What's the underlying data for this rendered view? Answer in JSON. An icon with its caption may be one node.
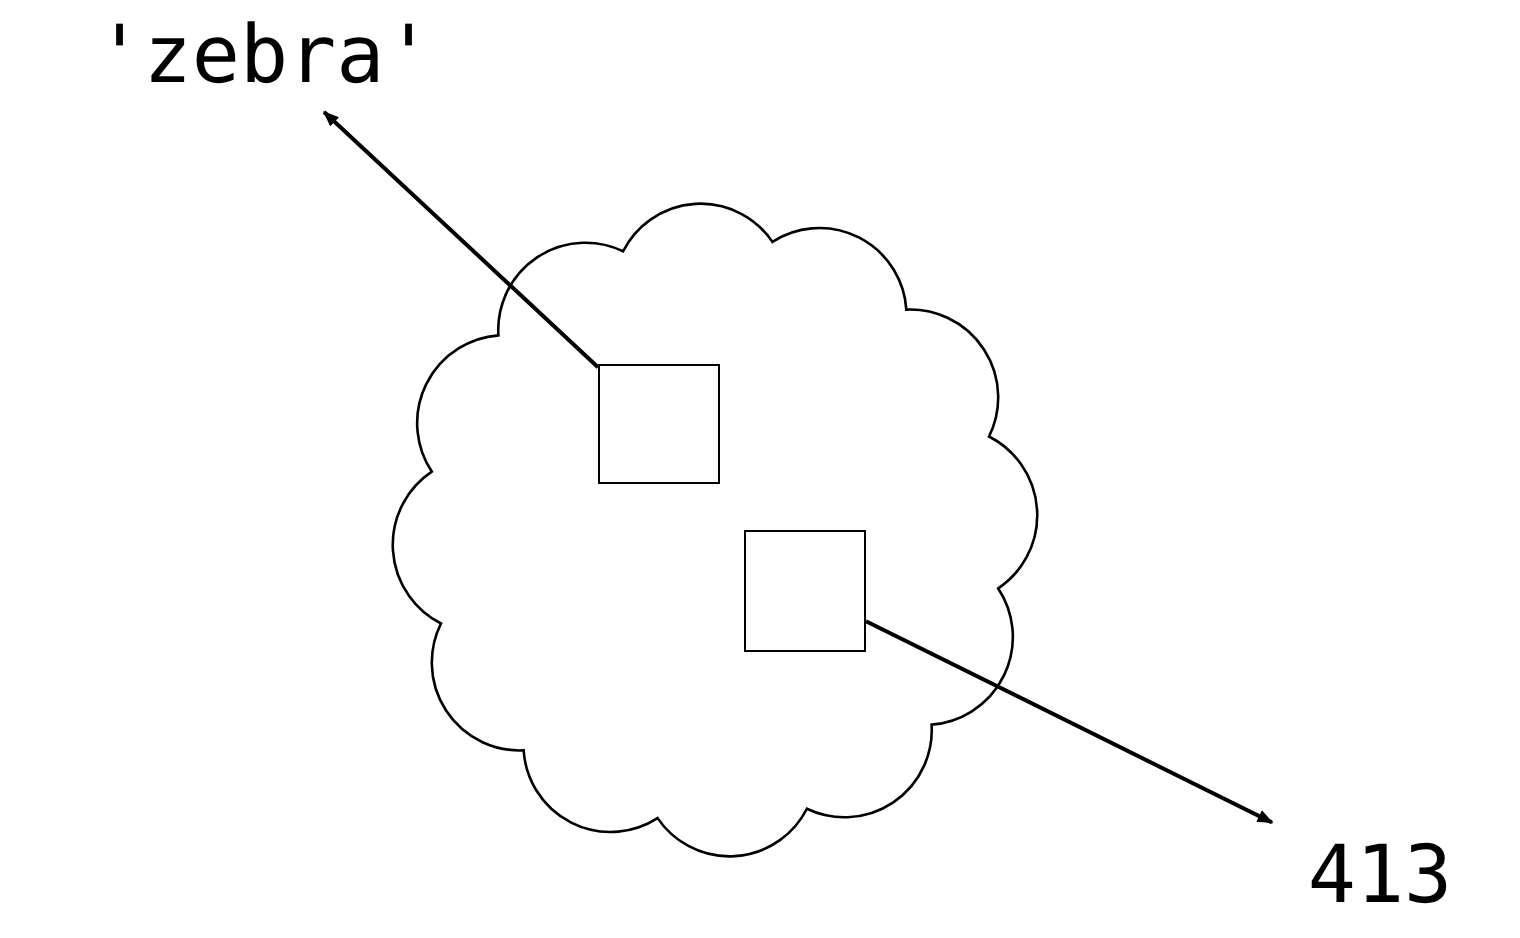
{
  "diagram": {
    "nodes": [
      {
        "text": [],
        "shape": "cloud"
      },
      {
        "text": [],
        "shape": "box",
        "in": 0
      },
      {
        "text": [],
        "shape": "box",
        "in": 0
      },
      {
        "text": [
          "'zebra'"
        ]
      },
      {
        "text": [
          "413"
        ]
      }
    ],
    "edges": [
      {
        "from": 1,
        "to": 3,
        "arrow": "to"
      },
      {
        "from": 2,
        "to": 4,
        "arrow": "to"
      }
    ]
  }
}
